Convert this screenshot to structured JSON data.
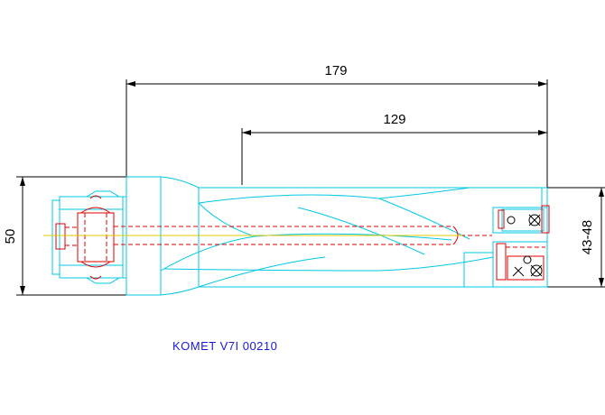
{
  "drawing": {
    "dimensions": {
      "overall_length": "179",
      "flute_length": "129",
      "shank_diameter": "50",
      "drill_diameter_range": "43-48"
    },
    "caption": "KOMET V7I 00210"
  },
  "colors": {
    "tool_outline": "#00c8e6",
    "coolant_channel": "#e00000",
    "centerline": "#e6c800",
    "dimension": "#000000",
    "caption": "#1a1ad6"
  }
}
